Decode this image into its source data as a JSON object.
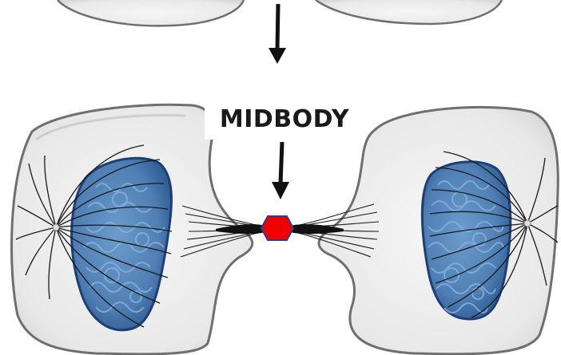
{
  "labels": {
    "midbody": "MIDBODY"
  },
  "colors": {
    "cell_fill": "#ebebeb",
    "cell_outline": "#6f6f6f",
    "nucleus_fill": "#4f7fb4",
    "nucleus_edge": "#1f3f74",
    "chromatin": "#7fa9d4",
    "spindle": "#1a1a1a",
    "midbody": "#f20000",
    "midbody_edge": "#2b3f8f",
    "arrow": "#111111"
  },
  "icons": {
    "midbody": "red-hexagon",
    "arrows": "down-arrow"
  }
}
